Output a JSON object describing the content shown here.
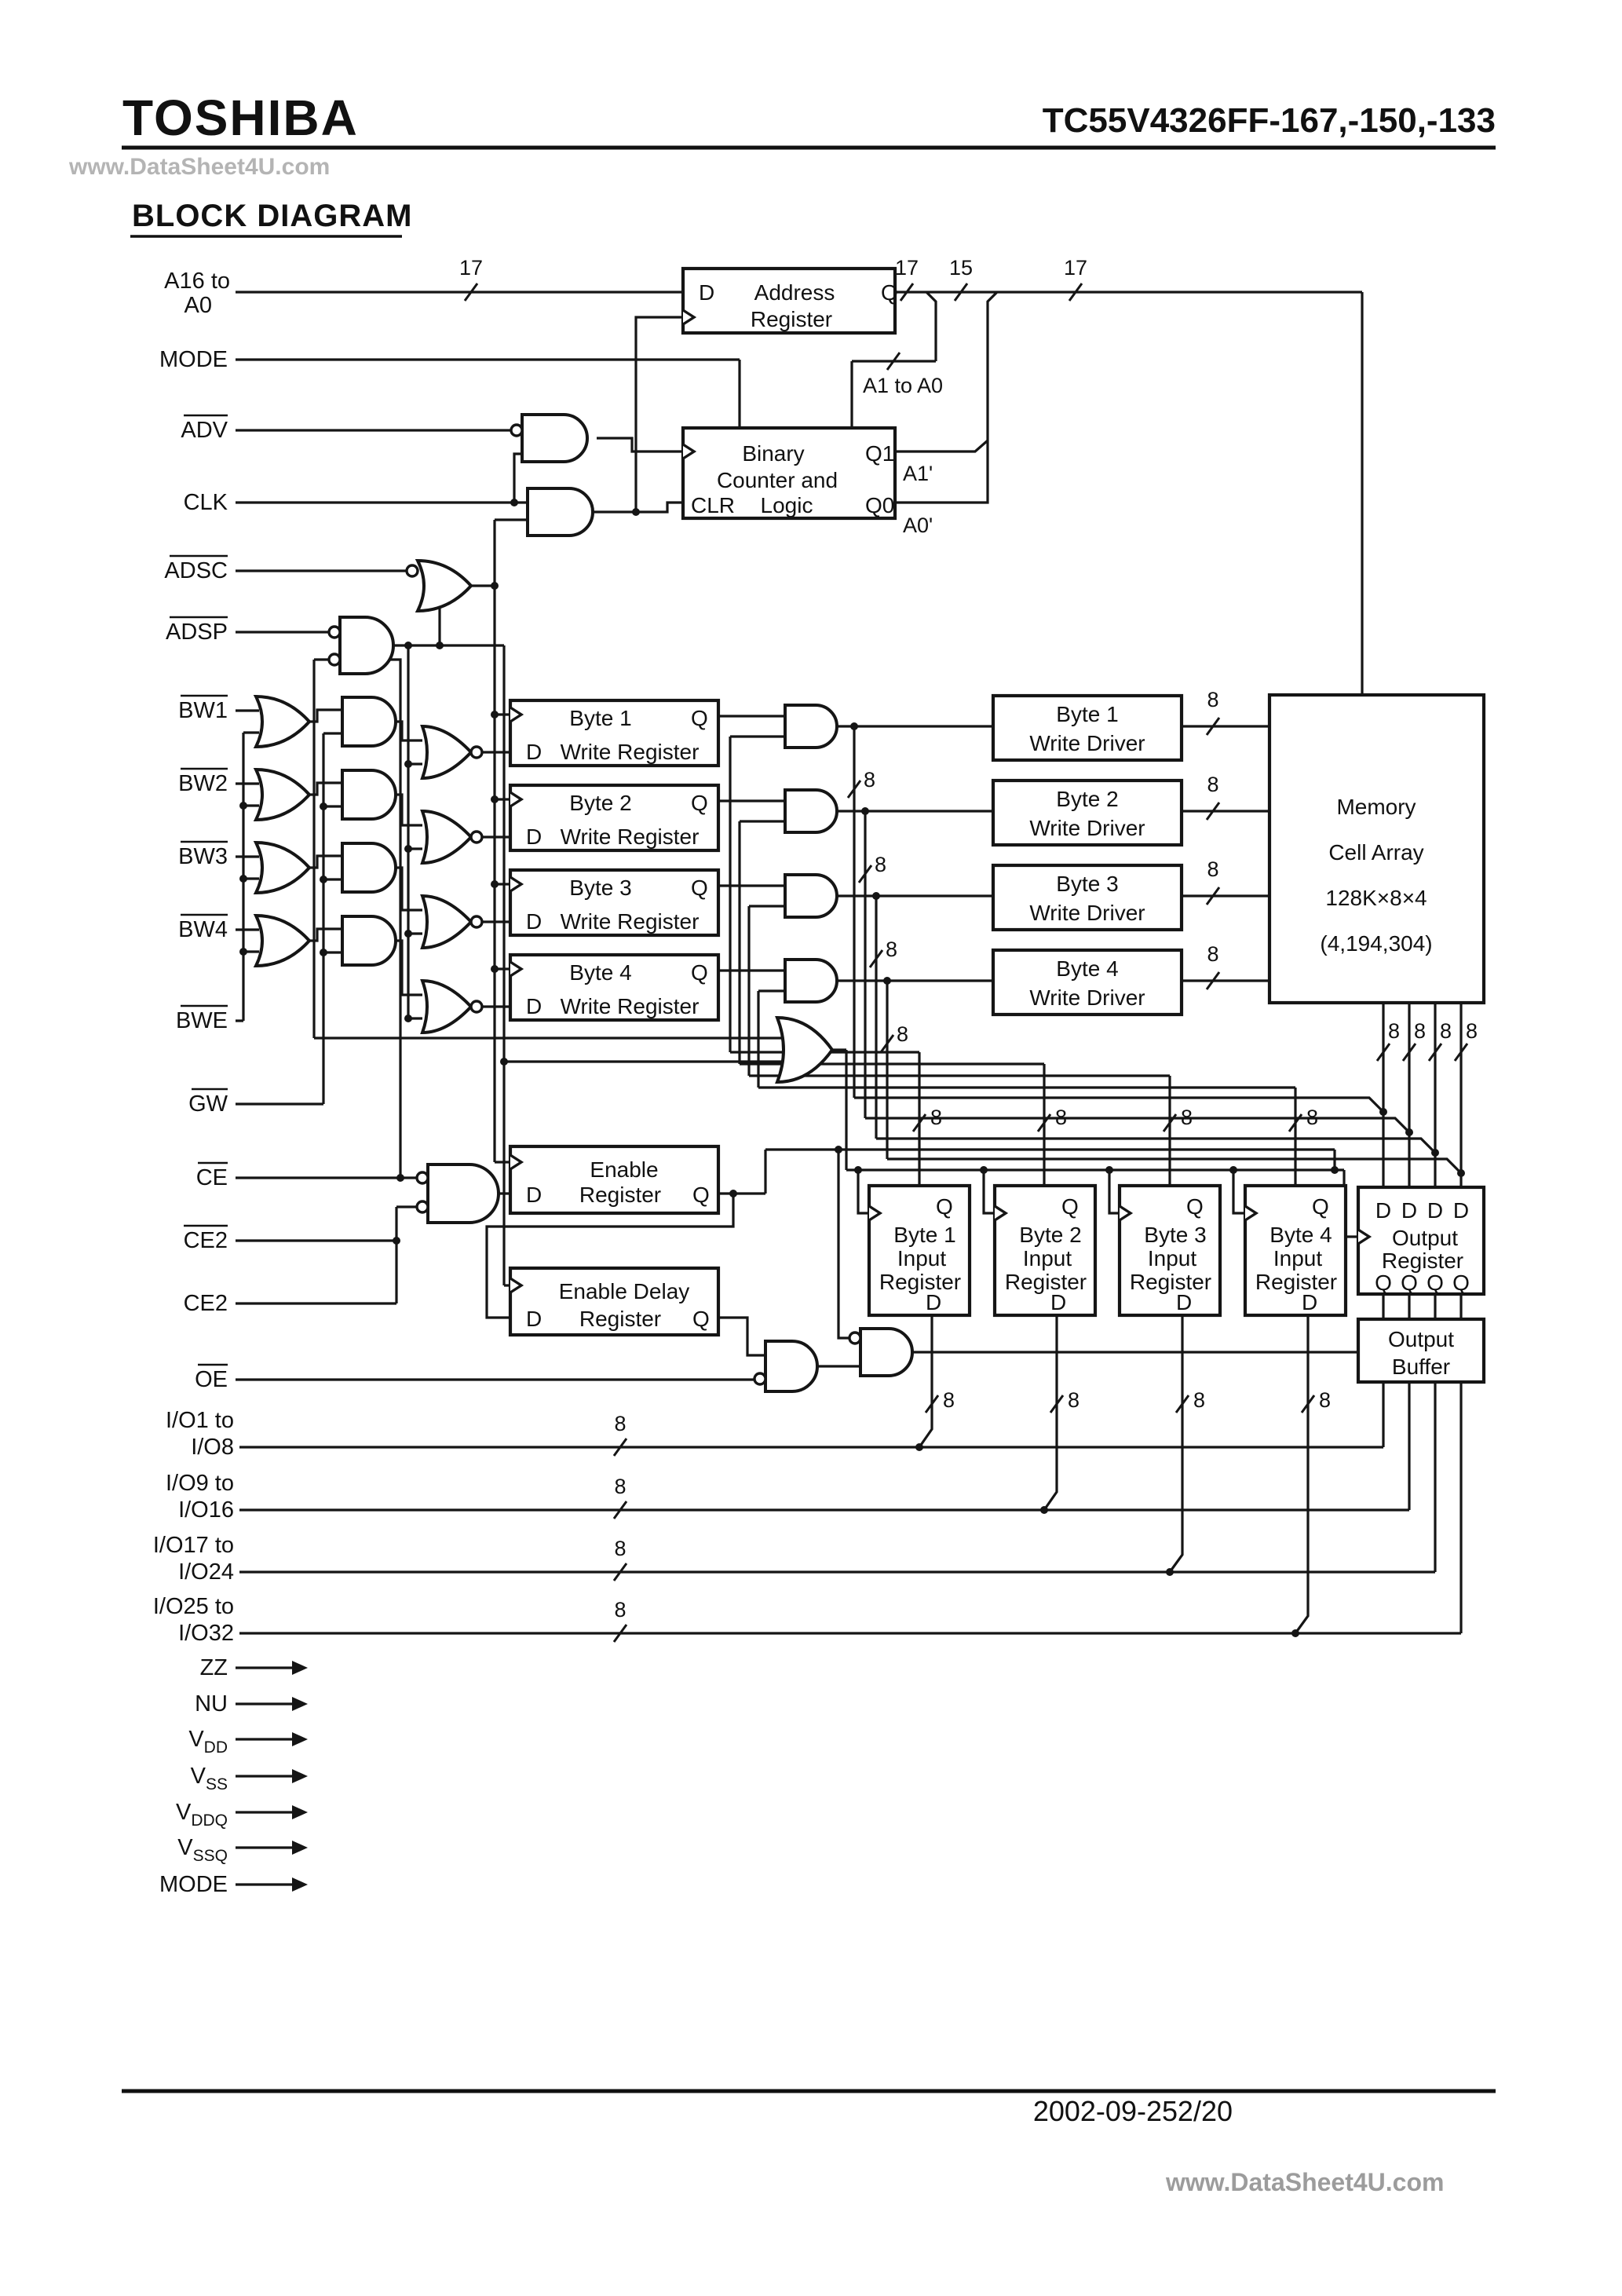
{
  "header": {
    "brand": "TOSHIBA",
    "part": "TC55V4326FF-167,-150,-133",
    "watermark": "www.DataSheet4U.com"
  },
  "title": "BLOCK DIAGRAM",
  "pins": {
    "a16": "A16 to",
    "a0": "A0",
    "mode": "MODE",
    "adv": "ADV",
    "clk": "CLK",
    "adsc": "ADSC",
    "adsp": "ADSP",
    "bw1": "BW1",
    "bw2": "BW2",
    "bw3": "BW3",
    "bw4": "BW4",
    "bwe": "BWE",
    "gw": "GW",
    "ce": "CE",
    "ce2a": "CE2",
    "ce2b": "CE2",
    "oe": "OE",
    "io1": "I/O1 to",
    "io8": "I/O8",
    "io9": "I/O9 to",
    "io16": "I/O16",
    "io17": "I/O17 to",
    "io24": "I/O24",
    "io25": "I/O25 to",
    "io32": "I/O32",
    "zz": "ZZ",
    "nu": "NU",
    "vddM": "V",
    "vddS": "DD",
    "vssM": "V",
    "vssS": "SS",
    "vddqM": "V",
    "vddqS": "DDQ",
    "vssqM": "V",
    "vssqS": "SSQ",
    "mode2": "MODE"
  },
  "bus": {
    "b17": "17",
    "b15": "15",
    "b8": "8"
  },
  "ann": {
    "a1a0": "A1 to A0",
    "a1p": "A1'",
    "a0p": "A0'",
    "d": "D",
    "q": "Q",
    "clr": "CLR",
    "q1": "Q1",
    "q0": "Q0"
  },
  "blocks": {
    "addr": {
      "l1": "Address",
      "l2": "Register"
    },
    "counter": {
      "l1": "Binary",
      "l2": "Counter and",
      "l3": "Logic"
    },
    "wreg": [
      {
        "b": "Byte 1",
        "l": "Write Register"
      },
      {
        "b": "Byte 2",
        "l": "Write Register"
      },
      {
        "b": "Byte 3",
        "l": "Write Register"
      },
      {
        "b": "Byte 4",
        "l": "Write Register"
      }
    ],
    "wdrv": [
      {
        "l1": "Byte 1",
        "l2": "Write Driver"
      },
      {
        "l1": "Byte 2",
        "l2": "Write Driver"
      },
      {
        "l1": "Byte 3",
        "l2": "Write Driver"
      },
      {
        "l1": "Byte 4",
        "l2": "Write Driver"
      }
    ],
    "mem": {
      "l1": "Memory",
      "l2": "Cell Array",
      "l3": "128K×8×4",
      "l4": "(4,194,304)"
    },
    "enr": {
      "l1": "Enable",
      "l2": "Register"
    },
    "endl": {
      "l1": "Enable Delay",
      "l2": "Register"
    },
    "ireg": [
      {
        "b": "Byte 1",
        "l2": "Input",
        "l3": "Register"
      },
      {
        "b": "Byte 2",
        "l2": "Input",
        "l3": "Register"
      },
      {
        "b": "Byte 3",
        "l2": "Input",
        "l3": "Register"
      },
      {
        "b": "Byte 4",
        "l2": "Input",
        "l3": "Register"
      }
    ],
    "oreg": {
      "l1": "Output",
      "l2": "Register"
    },
    "obuf": {
      "l1": "Output",
      "l2": "Buffer"
    }
  },
  "footer": {
    "date": "2002-09-25",
    "page": "2/20",
    "watermark": "www.DataSheet4U.com"
  }
}
